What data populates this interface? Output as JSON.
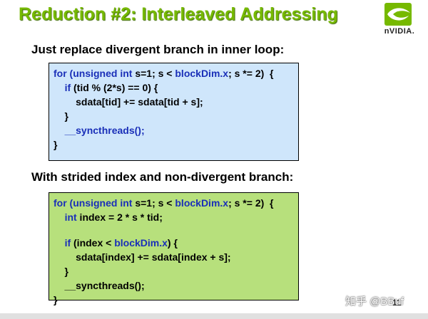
{
  "slide": {
    "title": "Reduction #2: Interleaved Addressing",
    "logo_text": "nVIDIA.",
    "page_number": "11",
    "watermark": "知乎 @BBuf"
  },
  "section1": {
    "heading": "Just replace divergent branch in inner loop:",
    "code": [
      {
        "parts": [
          {
            "t": "for (",
            "k": true
          },
          {
            "t": "unsigned int",
            "k": true
          },
          {
            "t": " s=1; s < ",
            "k": false
          },
          {
            "t": "blockDim.x",
            "k": true
          },
          {
            "t": "; s *= 2)  {",
            "k": false
          }
        ]
      },
      {
        "parts": [
          {
            "t": "    ",
            "k": false
          },
          {
            "t": "if",
            "k": true
          },
          {
            "t": " (tid % (2*s) == 0) {",
            "k": false
          }
        ]
      },
      {
        "parts": [
          {
            "t": "        sdata[tid] += sdata[tid + s];",
            "k": false
          }
        ]
      },
      {
        "parts": [
          {
            "t": "    }",
            "k": false
          }
        ]
      },
      {
        "parts": [
          {
            "t": "    ",
            "k": false
          },
          {
            "t": "__syncthreads();",
            "k": true
          }
        ]
      },
      {
        "parts": [
          {
            "t": "}",
            "k": false
          }
        ]
      }
    ]
  },
  "section2": {
    "heading": "With strided index and non-divergent branch:",
    "code": [
      {
        "parts": [
          {
            "t": "for (",
            "k": true
          },
          {
            "t": "unsigned int",
            "k": true
          },
          {
            "t": " s=1; s < ",
            "k": false
          },
          {
            "t": "blockDim.x",
            "k": true
          },
          {
            "t": "; s *= 2)  {",
            "k": false
          }
        ]
      },
      {
        "parts": [
          {
            "t": "    ",
            "k": false
          },
          {
            "t": "int",
            "k": true
          },
          {
            "t": " index = 2 * s * tid;",
            "k": false
          }
        ]
      },
      {
        "parts": []
      },
      {
        "parts": [
          {
            "t": "    ",
            "k": false
          },
          {
            "t": "if",
            "k": true
          },
          {
            "t": " (index < ",
            "k": false
          },
          {
            "t": "blockDim.x",
            "k": true
          },
          {
            "t": ") {",
            "k": false
          }
        ]
      },
      {
        "parts": [
          {
            "t": "        sdata[index] += sdata[index + s];",
            "k": false
          }
        ]
      },
      {
        "parts": [
          {
            "t": "    }",
            "k": false
          }
        ]
      },
      {
        "parts": [
          {
            "t": "    __syncthreads();",
            "k": false
          }
        ]
      },
      {
        "parts": [
          {
            "t": "}",
            "k": false
          }
        ]
      }
    ]
  },
  "colors": {
    "title_green": "#76b900",
    "keyword_blue": "#1a2fb8",
    "box1_bg": "#cfe6fb",
    "box2_bg": "#b7e07c"
  }
}
